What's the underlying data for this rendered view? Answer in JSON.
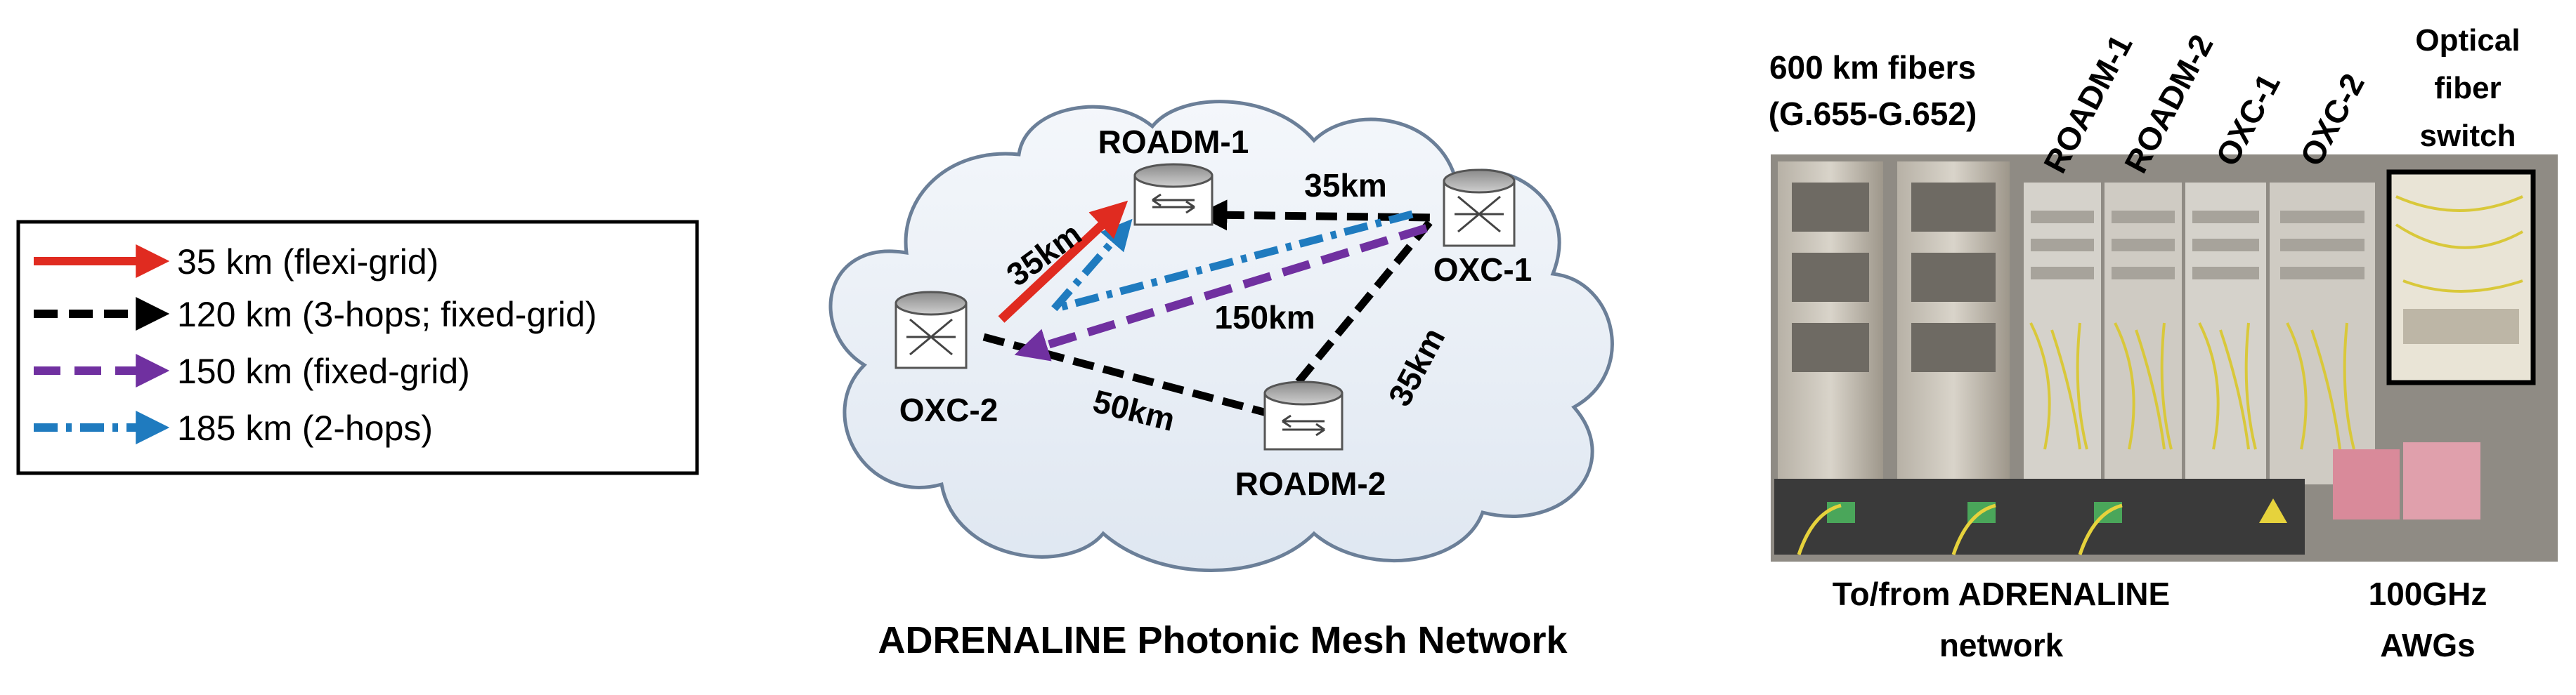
{
  "legend": {
    "items": [
      {
        "text": "35 km (flexi-grid)",
        "color": "#e02b20",
        "style": "solid"
      },
      {
        "text": "120 km (3-hops; fixed-grid)",
        "color": "#000000",
        "style": "dashed"
      },
      {
        "text": "150 km (fixed-grid)",
        "color": "#7030a0",
        "style": "dashed"
      },
      {
        "text": "185 km (2-hops)",
        "color": "#1f7bbf",
        "style": "dashdot"
      }
    ]
  },
  "network": {
    "title": "ADRENALINE Photonic Mesh Network",
    "nodes": {
      "roadm1": "ROADM-1",
      "roadm2": "ROADM-2",
      "oxc1": "OXC-1",
      "oxc2": "OXC-2"
    },
    "links": {
      "oxc2_roadm1": "35km",
      "oxc1_roadm1": "35km",
      "oxc1_oxc2": "150km",
      "oxc2_roadm2": "50km",
      "roadm2_oxc1": "35km"
    }
  },
  "photo": {
    "fibers_line1": "600 km fibers",
    "fibers_line2": "(G.655-G.652)",
    "racks": [
      "ROADM-1",
      "ROADM-2",
      "OXC-1",
      "OXC-2"
    ],
    "switch_line1": "Optical",
    "switch_line2": "fiber",
    "switch_line3": "switch",
    "tofrom_line1": "To/from ADRENALINE",
    "tofrom_line2": "network",
    "awg_line1": "100GHz",
    "awg_line2": "AWGs"
  }
}
